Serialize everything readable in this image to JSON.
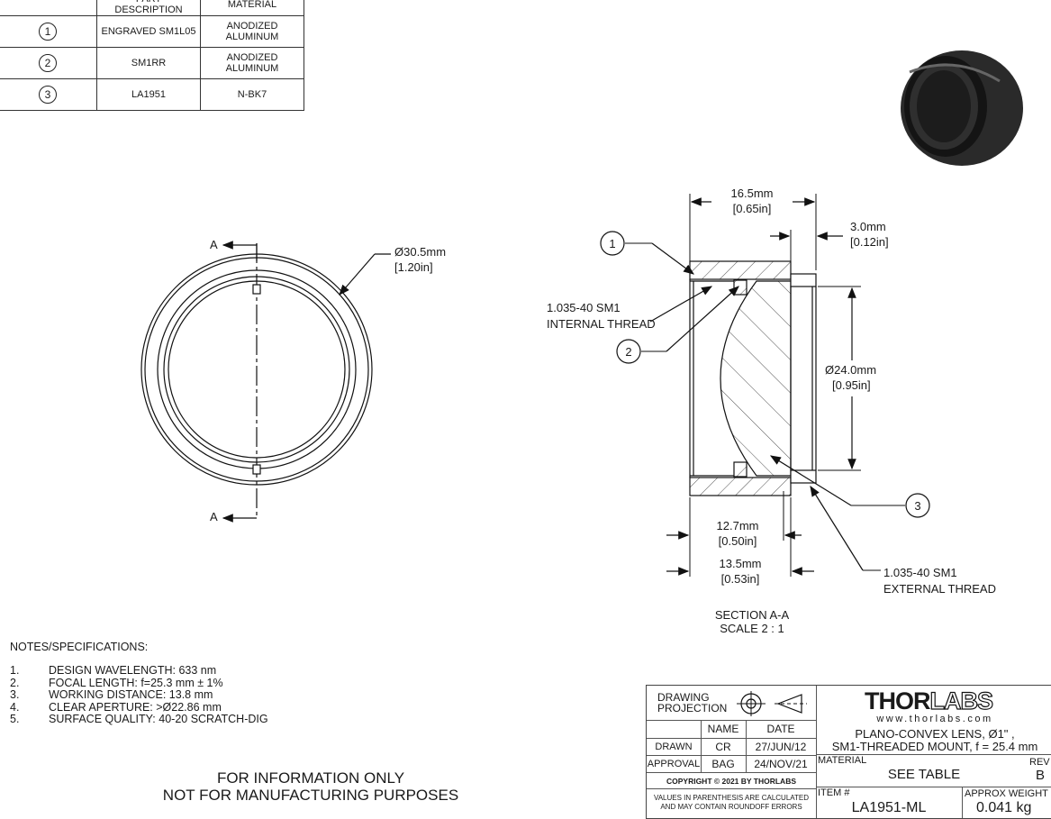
{
  "parts_table": {
    "headers": [
      "PART DESCRIPTION",
      "MATERIAL"
    ],
    "rows": [
      {
        "num": "1",
        "desc": "ENGRAVED SM1L05",
        "material": "ANODIZED ALUMINUM"
      },
      {
        "num": "2",
        "desc": "SM1RR",
        "material": "ANODIZED ALUMINUM"
      },
      {
        "num": "3",
        "desc": "LA1951",
        "material": "N-BK7"
      }
    ]
  },
  "front_view": {
    "section_label_top": "A",
    "section_label_bottom": "A",
    "diameter_mm": "Ø30.5mm",
    "diameter_in": "[1.20in]"
  },
  "section_view": {
    "dim_length_mm": "16.5mm",
    "dim_length_in": "[0.65in]",
    "dim_thread_mm": "3.0mm",
    "dim_thread_in": "[0.12in]",
    "dim_clear_mm": "Ø24.0mm",
    "dim_clear_in": "[0.95in]",
    "dim_a_mm": "12.7mm",
    "dim_a_in": "[0.50in]",
    "dim_b_mm": "13.5mm",
    "dim_b_in": "[0.53in]",
    "internal_thread_line1": "1.035-40 SM1",
    "internal_thread_line2": "INTERNAL THREAD",
    "external_thread_line1": "1.035-40 SM1",
    "external_thread_line2": "EXTERNAL THREAD",
    "callouts": [
      "1",
      "2",
      "3"
    ],
    "title": "SECTION A-A",
    "scale": "SCALE 2 : 1"
  },
  "notes": {
    "heading": "NOTES/SPECIFICATIONS:",
    "items": [
      {
        "n": "1.",
        "text": "DESIGN WAVELENGTH: 633 nm"
      },
      {
        "n": "2.",
        "text": "FOCAL LENGTH: f=25.3 mm ± 1%"
      },
      {
        "n": "3.",
        "text": "WORKING DISTANCE: 13.8 mm"
      },
      {
        "n": "4.",
        "text": "CLEAR APERTURE: >Ø22.86 mm"
      },
      {
        "n": "5.",
        "text": "SURFACE QUALITY: 40-20 SCRATCH-DIG"
      }
    ]
  },
  "disclaimer": {
    "line1": "FOR INFORMATION ONLY",
    "line2": "NOT FOR MANUFACTURING PURPOSES"
  },
  "title_block": {
    "drawing_projection": "DRAWING PROJECTION",
    "name_header": "NAME",
    "date_header": "DATE",
    "drawn_label": "DRAWN",
    "drawn_name": "CR",
    "drawn_date": "27/JUN/12",
    "approval_label": "APPROVAL",
    "approval_name": "BAG",
    "approval_date": "24/NOV/21",
    "copyright": "COPYRIGHT © 2021 BY THORLABS",
    "values_note_1": "VALUES IN PARENTHESIS ARE CALCULATED",
    "values_note_2": "AND MAY CONTAIN ROUNDOFF ERRORS",
    "logo_thor": "THOR",
    "logo_labs": "LABS",
    "website": "www.thorlabs.com",
    "description_1": "PLANO-CONVEX LENS, Ø1\" ,",
    "description_2": "SM1-THREADED MOUNT, f = 25.4 mm",
    "material_label": "MATERIAL",
    "material_value": "SEE TABLE",
    "rev_label": "REV",
    "rev_value": "B",
    "item_label": "ITEM #",
    "item_value": "LA1951-ML",
    "weight_label": "APPROX WEIGHT",
    "weight_value": "0.041 kg"
  }
}
